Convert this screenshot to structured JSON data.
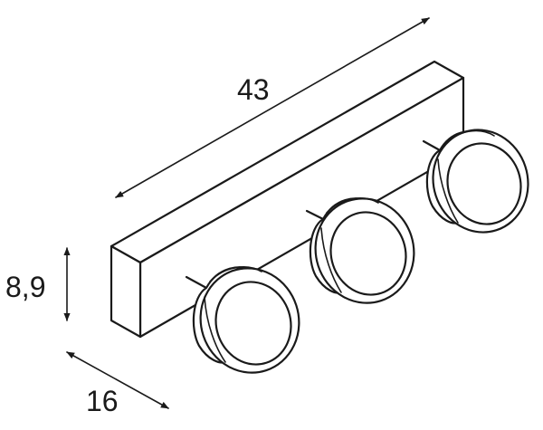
{
  "dimensions": {
    "length": "43",
    "height": "8,9",
    "depth": "16"
  }
}
